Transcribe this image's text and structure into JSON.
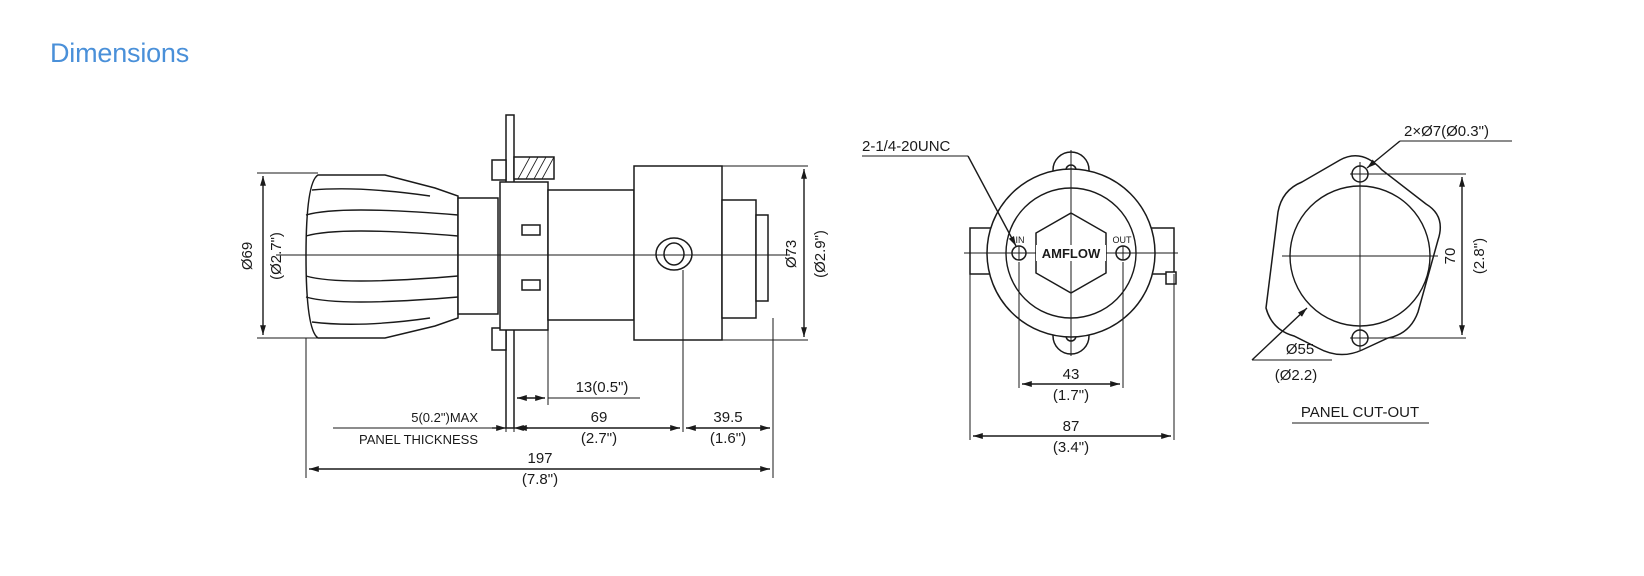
{
  "section": {
    "title": "Dimensions"
  },
  "side_view": {
    "knob_dia": "Ø69",
    "knob_dia_in": "(Ø2.7\")",
    "body_dia": "Ø73",
    "body_dia_in": "(Ø2.9\")",
    "port_offset": "13(0.5\")",
    "panel_max": "5(0.2\")MAX",
    "panel_thickness": "PANEL THICKNESS",
    "len_69": "69",
    "len_69_in": "(2.7\")",
    "len_39": "39.5",
    "len_39_in": "(1.6\")",
    "len_197": "197",
    "len_197_in": "(7.8\")"
  },
  "front_view": {
    "thread": "2-1/4-20UNC",
    "port_in": "IN",
    "port_out": "OUT",
    "brand": "AMFLOW",
    "port_spacing": "43",
    "port_spacing_in": "(1.7\")",
    "width": "87",
    "width_in": "(3.4\")"
  },
  "panel_cutout": {
    "holes": "2×Ø7(Ø0.3\")",
    "height": "70",
    "height_in": "(2.8\")",
    "bore": "Ø55",
    "bore_in": "(Ø2.2)",
    "label": "PANEL CUT-OUT"
  }
}
